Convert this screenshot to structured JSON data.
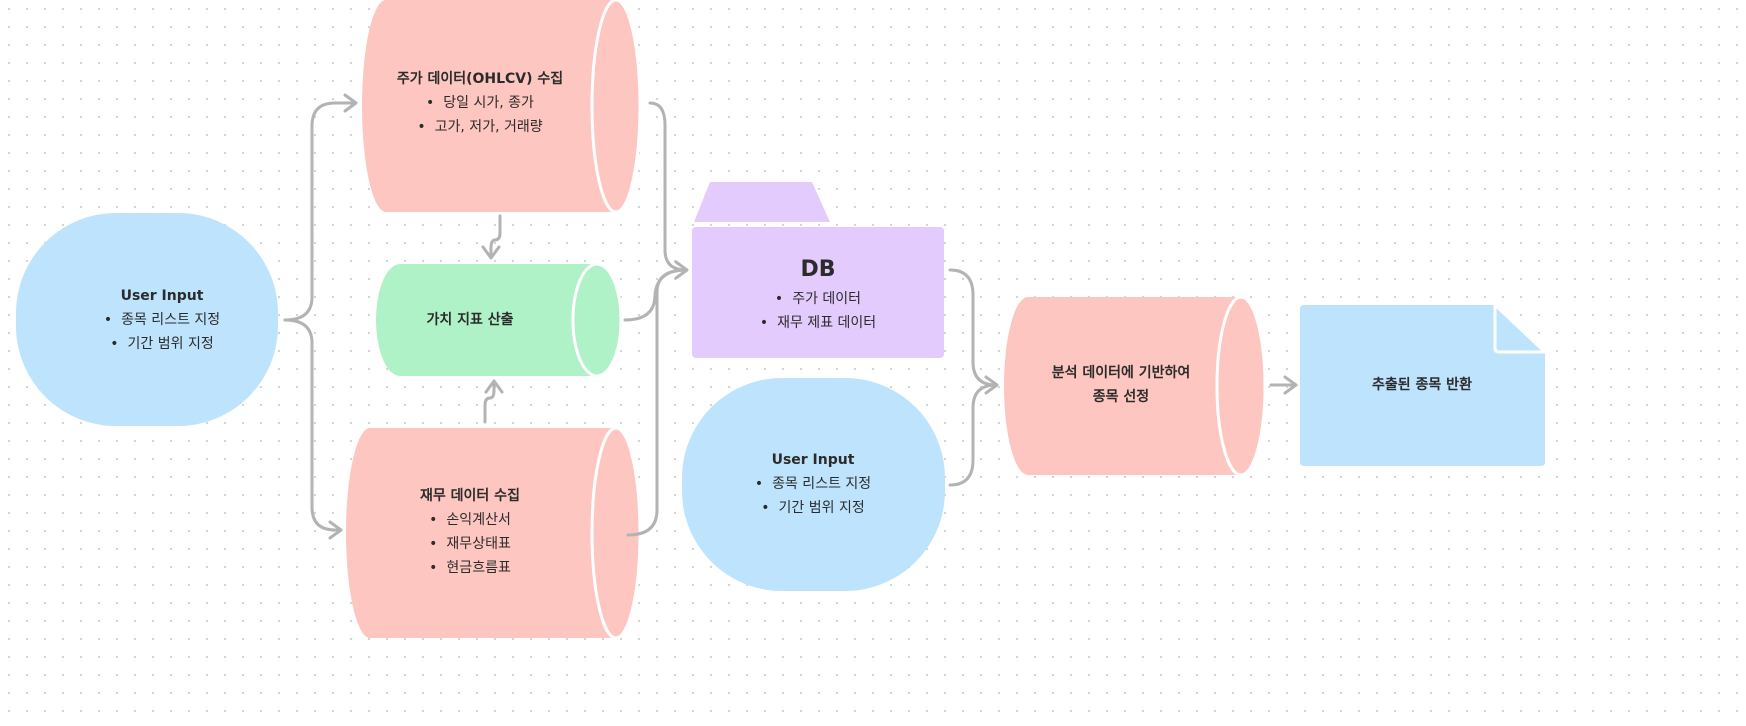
{
  "nodes": {
    "user_input_1": {
      "title": "User Input",
      "items": [
        "종목 리스트 지정",
        "기간 범위 지정"
      ]
    },
    "price_data": {
      "title": "주가 데이터(OHLCV) 수집",
      "items": [
        "당일 시가, 종가",
        "고가, 저가, 거래량"
      ]
    },
    "value_index": {
      "title": "가치 지표 산출"
    },
    "financial_data": {
      "title": "재무 데이터 수집",
      "items": [
        "손익계산서",
        "재무상태표",
        "현금흐름표"
      ]
    },
    "db": {
      "title": "DB",
      "items": [
        "주가 데이터",
        "재무 제표 데이터"
      ]
    },
    "user_input_2": {
      "title": "User Input",
      "items": [
        "종목 리스트 지정",
        "기간 범위 지정"
      ]
    },
    "selection": {
      "title_line1": "분석 데이터에 기반하여",
      "title_line2": "종목 선정"
    },
    "result": {
      "title": "추출된 종목 반환"
    }
  },
  "colors": {
    "pink": "#fdc6c0",
    "green": "#b0f2c8",
    "blue": "#bee3fd",
    "purple": "#e3cbfd",
    "connector": "#b3b3b3"
  }
}
